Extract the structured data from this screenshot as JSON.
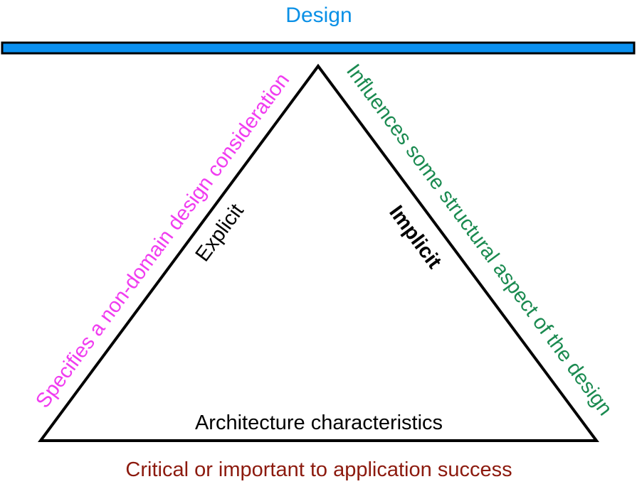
{
  "title": "Design",
  "triangle": {
    "base_label": "Architecture characteristics",
    "left_side_label": "Explicit",
    "right_side_label": "Implicit"
  },
  "annotations": {
    "left": "Specifies a non-domain  design consideration",
    "right": "Influences some structural aspect of the design",
    "bottom": "Critical or important to application success"
  },
  "colors": {
    "title": "#0a90e6",
    "bar_fill": "#0a90f0",
    "bar_stroke": "#000000",
    "triangle_stroke": "#000000",
    "left_annotation": "#f03cf0",
    "right_annotation": "#1a8a50",
    "bottom_annotation": "#8c1a0e",
    "text": "#000000"
  }
}
